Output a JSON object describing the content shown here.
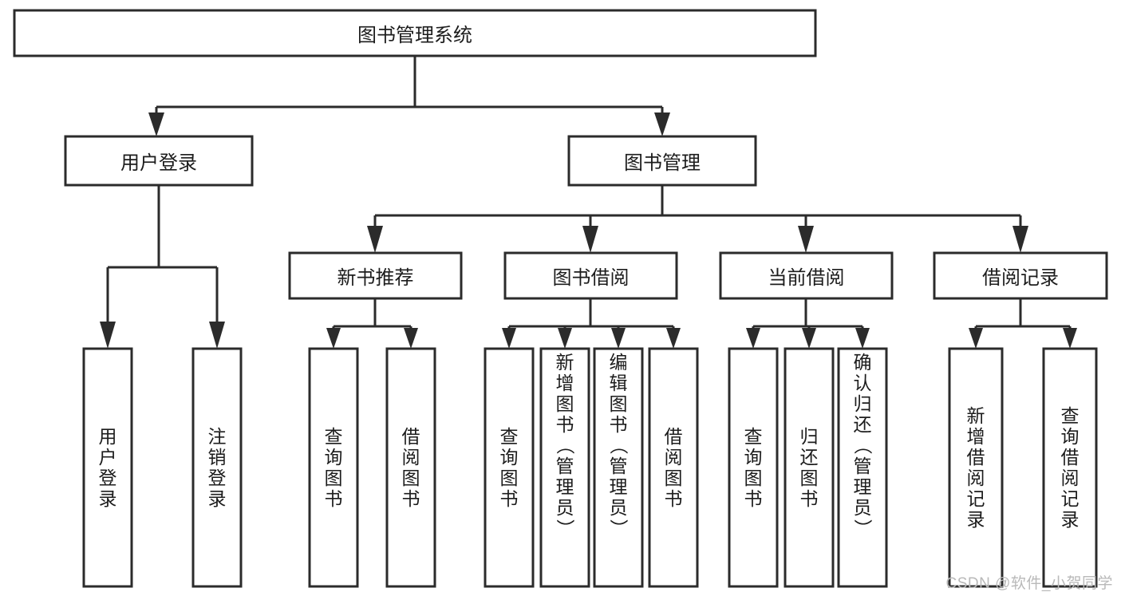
{
  "diagram": {
    "title": "图书管理系统",
    "type": "tree",
    "orientation": "top-down",
    "root": {
      "id": "root",
      "label": "图书管理系统",
      "text_orientation": "horizontal"
    },
    "level2": [
      {
        "id": "user-login",
        "label": "用户登录",
        "text_orientation": "horizontal"
      },
      {
        "id": "book-manage",
        "label": "图书管理",
        "text_orientation": "horizontal"
      }
    ],
    "level3": [
      {
        "id": "new-book-rec",
        "label": "新书推荐",
        "parent": "book-manage",
        "text_orientation": "horizontal"
      },
      {
        "id": "book-borrow",
        "label": "图书借阅",
        "parent": "book-manage",
        "text_orientation": "horizontal"
      },
      {
        "id": "current-borrow",
        "label": "当前借阅",
        "parent": "book-manage",
        "text_orientation": "horizontal"
      },
      {
        "id": "borrow-record",
        "label": "借阅记录",
        "parent": "book-manage",
        "text_orientation": "horizontal"
      }
    ],
    "leaves": [
      {
        "id": "leaf-user-login",
        "label": "用户登录",
        "parent": "user-login",
        "text_orientation": "vertical"
      },
      {
        "id": "leaf-logout",
        "label": "注销登录",
        "parent": "user-login",
        "text_orientation": "vertical"
      },
      {
        "id": "leaf-query-book-1",
        "label": "查询图书",
        "parent": "new-book-rec",
        "text_orientation": "vertical"
      },
      {
        "id": "leaf-borrow-book-1",
        "label": "借阅图书",
        "parent": "new-book-rec",
        "text_orientation": "vertical"
      },
      {
        "id": "leaf-query-book-2",
        "label": "查询图书",
        "parent": "book-borrow",
        "text_orientation": "vertical"
      },
      {
        "id": "leaf-add-book",
        "label": "新增图书（管理员）",
        "parent": "book-borrow",
        "text_orientation": "vertical"
      },
      {
        "id": "leaf-edit-book",
        "label": "编辑图书（管理员）",
        "parent": "book-borrow",
        "text_orientation": "vertical"
      },
      {
        "id": "leaf-borrow-book-2",
        "label": "借阅图书",
        "parent": "book-borrow",
        "text_orientation": "vertical"
      },
      {
        "id": "leaf-query-book-3",
        "label": "查询图书",
        "parent": "current-borrow",
        "text_orientation": "vertical"
      },
      {
        "id": "leaf-return-book",
        "label": "归还图书",
        "parent": "current-borrow",
        "text_orientation": "vertical"
      },
      {
        "id": "leaf-confirm-return",
        "label": "确认归还（管理员）",
        "parent": "current-borrow",
        "text_orientation": "vertical"
      },
      {
        "id": "leaf-add-record",
        "label": "新增借阅记录",
        "parent": "borrow-record",
        "text_orientation": "vertical"
      },
      {
        "id": "leaf-query-record",
        "label": "查询借阅记录",
        "parent": "borrow-record",
        "text_orientation": "vertical"
      }
    ],
    "colors": {
      "stroke": "#2b2b2b",
      "fill": "#ffffff",
      "text": "#1c1c1c",
      "watermark": "#b9b9b9",
      "background": "#ffffff"
    }
  },
  "watermark": {
    "text": "CSDN @软件_小贺同学"
  }
}
